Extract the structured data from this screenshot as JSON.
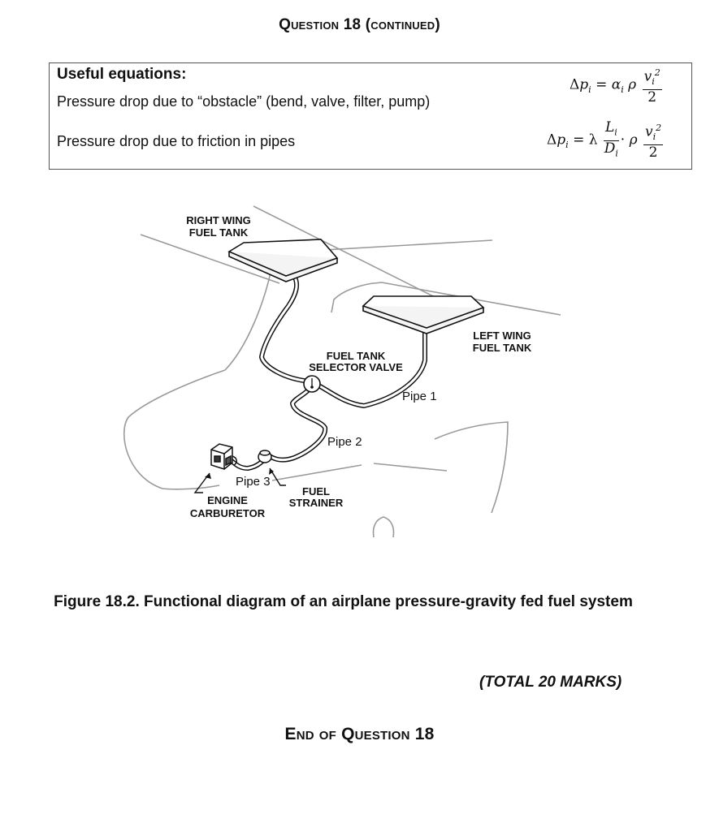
{
  "header": {
    "title": "Question 18 (continued)"
  },
  "equations": {
    "heading": "Useful equations:",
    "obstacle_label": "Pressure drop due to “obstacle” (bend, valve, filter, pump)",
    "friction_label": "Pressure drop due to friction in pipes"
  },
  "diagram": {
    "right_tank_line1": "RIGHT WING",
    "right_tank_line2": "FUEL TANK",
    "left_tank_line1": "LEFT WING",
    "left_tank_line2": "FUEL TANK",
    "valve_line1": "FUEL TANK",
    "valve_line2": "SELECTOR VALVE",
    "pipe1": "Pipe 1",
    "pipe2": "Pipe 2",
    "pipe3": "Pipe 3",
    "carb_line1": "ENGINE",
    "carb_line2": "CARBURETOR",
    "strainer_line1": "FUEL",
    "strainer_line2": "STRAINER"
  },
  "caption": "Figure 18.2. Functional diagram of an airplane pressure-gravity fed fuel system",
  "marks": "(TOTAL 20 MARKS)",
  "footer": {
    "end": "End of Question 18"
  }
}
